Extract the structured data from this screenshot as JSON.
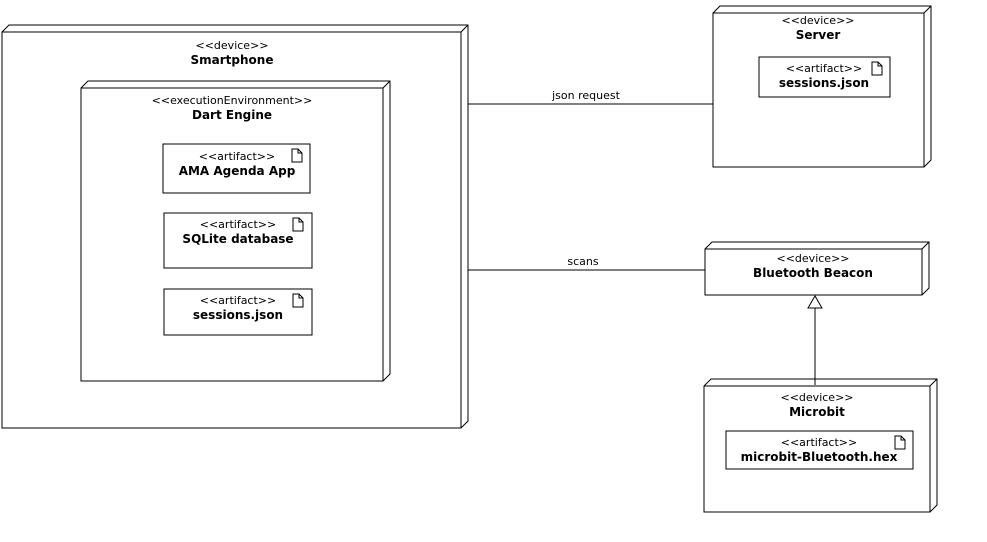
{
  "diagram": {
    "kind": "uml-deployment-diagram",
    "colors": {
      "background": "#ffffff",
      "line": "#000000",
      "text": "#000000"
    },
    "nodes": [
      {
        "id": "smartphone",
        "stereotype": "<<device>>",
        "name": "Smartphone"
      },
      {
        "id": "dart-engine",
        "stereotype": "<<executionEnvironment>>",
        "name": "Dart Engine"
      },
      {
        "id": "server",
        "stereotype": "<<device>>",
        "name": "Server"
      },
      {
        "id": "bluetooth-beacon",
        "stereotype": "<<device>>",
        "name": "Bluetooth Beacon"
      },
      {
        "id": "microbit",
        "stereotype": "<<device>>",
        "name": "Microbit"
      }
    ],
    "artifacts": [
      {
        "id": "ama-agenda-app",
        "stereotype": "<<artifact>>",
        "name": "AMA Agenda App",
        "parent": "dart-engine"
      },
      {
        "id": "sqlite-database",
        "stereotype": "<<artifact>>",
        "name": "SQLite database",
        "parent": "dart-engine"
      },
      {
        "id": "sessions-json-phone",
        "stereotype": "<<artifact>>",
        "name": "sessions.json",
        "parent": "dart-engine"
      },
      {
        "id": "sessions-json-server",
        "stereotype": "<<artifact>>",
        "name": "sessions.json",
        "parent": "server"
      },
      {
        "id": "microbit-bluetooth-hex",
        "stereotype": "<<artifact>>",
        "name": "microbit-Bluetooth.hex",
        "parent": "microbit"
      }
    ],
    "edges": [
      {
        "id": "json-request",
        "label": "json request",
        "from": "smartphone",
        "to": "server",
        "style": "association"
      },
      {
        "id": "scans",
        "label": "scans",
        "from": "smartphone",
        "to": "bluetooth-beacon",
        "style": "association"
      },
      {
        "id": "microbit-is-a-beacon",
        "label": "",
        "from": "microbit",
        "to": "bluetooth-beacon",
        "style": "generalization"
      }
    ]
  }
}
